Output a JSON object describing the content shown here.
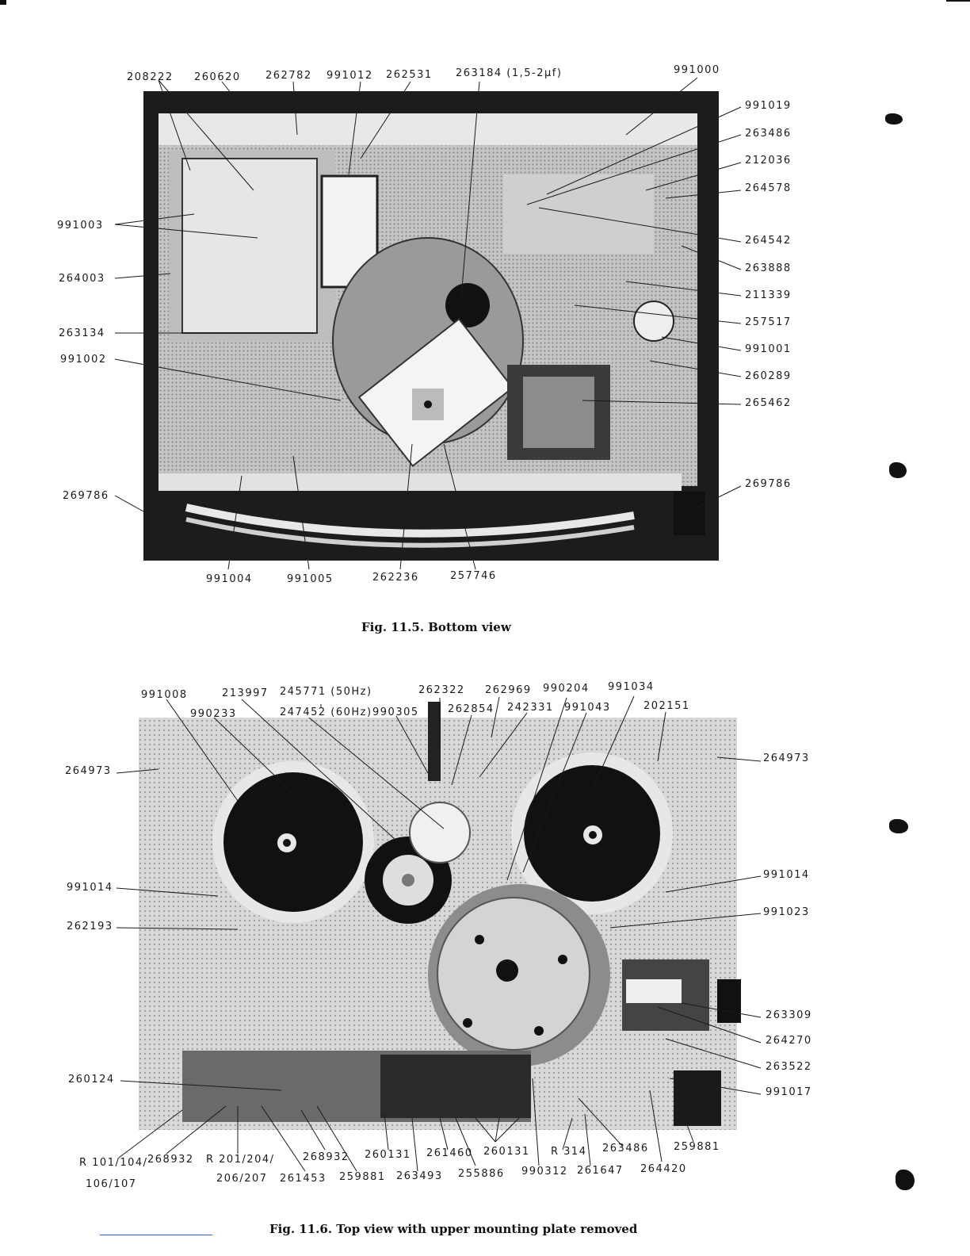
{
  "fig5": {
    "caption": "Fig. 11.5. Bottom view",
    "top_labels": [
      "208222",
      "260620",
      "262782",
      "991012",
      "262531",
      "263184 (1,5-2μf)",
      "991000"
    ],
    "right_labels": [
      "991019",
      "263486",
      "212036",
      "264578",
      "264542",
      "263888",
      "211339",
      "257517",
      "991001",
      "260289",
      "265462",
      "269786"
    ],
    "left_labels": [
      "991003",
      "264003",
      "263134",
      "991002",
      "269786"
    ],
    "bottom_labels": [
      "991004",
      "991005",
      "262236",
      "257746"
    ]
  },
  "fig6": {
    "caption": "Fig. 11.6. Top view with upper mounting plate removed",
    "top_labels": [
      "991008",
      "213997",
      "245771 (50Hz)",
      "247452 (60Hz)",
      "990305",
      "262322",
      "262854",
      "262969",
      "242331",
      "990204",
      "991043",
      "991034",
      "202151",
      "990233"
    ],
    "right_labels": [
      "264973",
      "991014",
      "991023",
      "263309",
      "264270",
      "263522",
      "991017"
    ],
    "left_labels": [
      "264973",
      "991014",
      "262193",
      "260124"
    ],
    "bottom_labels": [
      "R 101/104/",
      "106/107",
      "268932",
      "R 201/204/",
      "206/207",
      "261453",
      "268932",
      "259881",
      "260131",
      "263493",
      "261460",
      "255886",
      "260131",
      "990312",
      "R 314",
      "261647",
      "263486",
      "264420",
      "259881"
    ]
  }
}
